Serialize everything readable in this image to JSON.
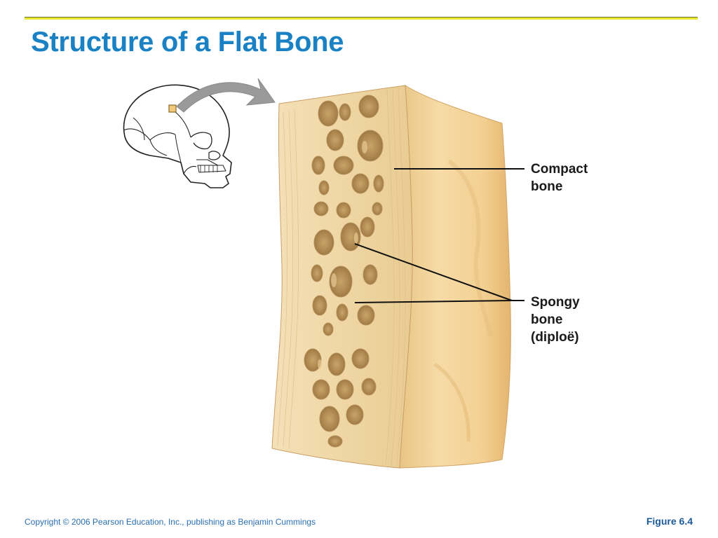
{
  "slide": {
    "title": "Structure of a Flat Bone"
  },
  "labels": {
    "compact": "Compact\nbone",
    "spongy": "Spongy\nbone\n(diploë)"
  },
  "footer": {
    "copyright": "Copyright © 2006 Pearson Education, Inc., publishing as Benjamin Cummings",
    "figure": "Figure 6.4"
  },
  "colors": {
    "title": "#1a82c4",
    "accent_rule": "#e8e832",
    "bone": "#f0d39a",
    "bone_shadow": "#c99a5a",
    "arrow": "#9a9a9a",
    "locator_box": "#f2c87a"
  }
}
